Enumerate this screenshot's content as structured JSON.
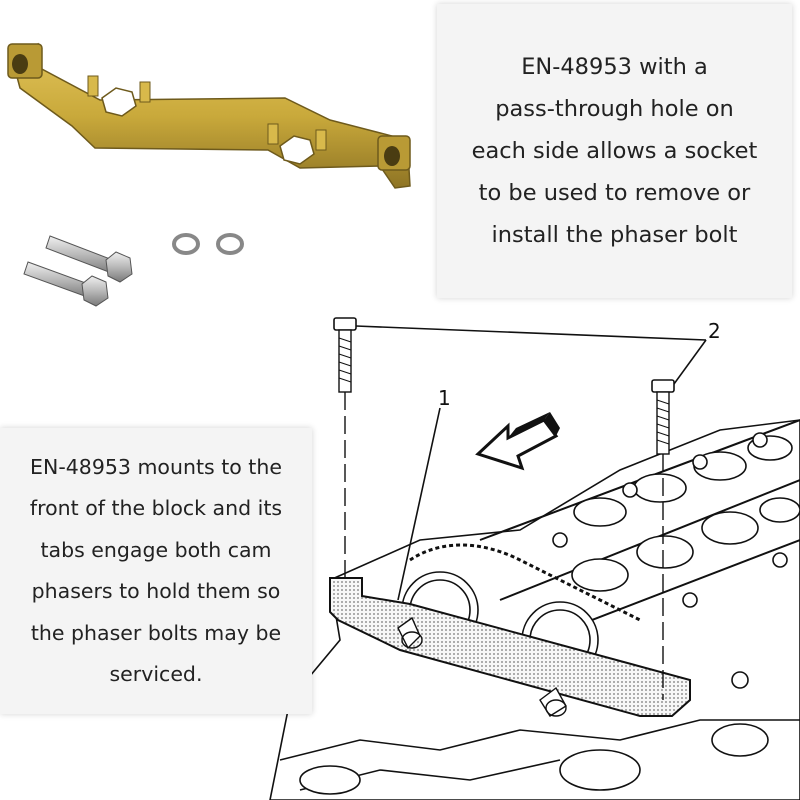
{
  "captions": {
    "top": "EN-48953 with a\npass-through hole on\neach side allows a socket\nto be used to remove or\ninstall the phaser bolt",
    "left": "EN-48953 mounts to the\nfront of the block and its\ntabs engage both cam\nphasers to hold them so\nthe phaser bolts may be\nserviced."
  },
  "callouts": {
    "one": "1",
    "two": "2"
  },
  "colors": {
    "tool_brass": "#c9a93b",
    "panel_bg": "#f4f4f4",
    "line_art": "#111111"
  },
  "icons": {
    "tool_photo": "cam-phaser-holding-tool",
    "bolts": "hex-bolt-icon",
    "washers": "washer-icon",
    "arrow": "direction-arrow-icon"
  }
}
